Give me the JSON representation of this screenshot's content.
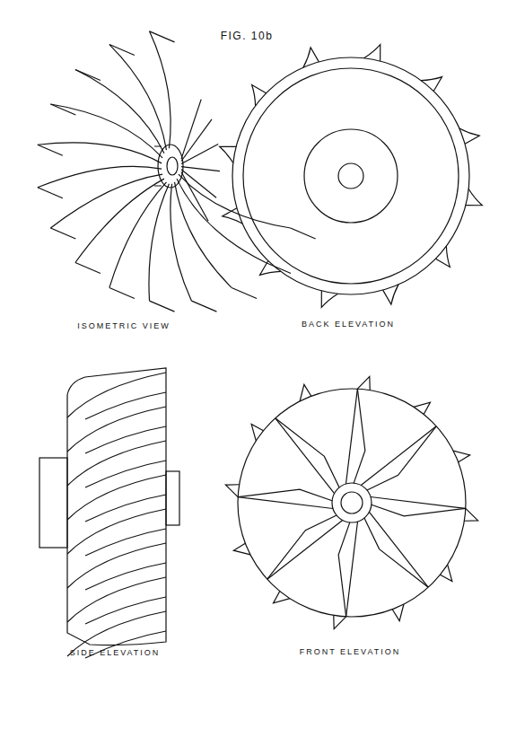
{
  "diagram": {
    "title": "FIG. 10b",
    "labels": [
      "ISOMETRIC VIEW",
      "BACK ELEVATION",
      "SIDE ELEVATION",
      "FRONT ELEVATION"
    ]
  }
}
